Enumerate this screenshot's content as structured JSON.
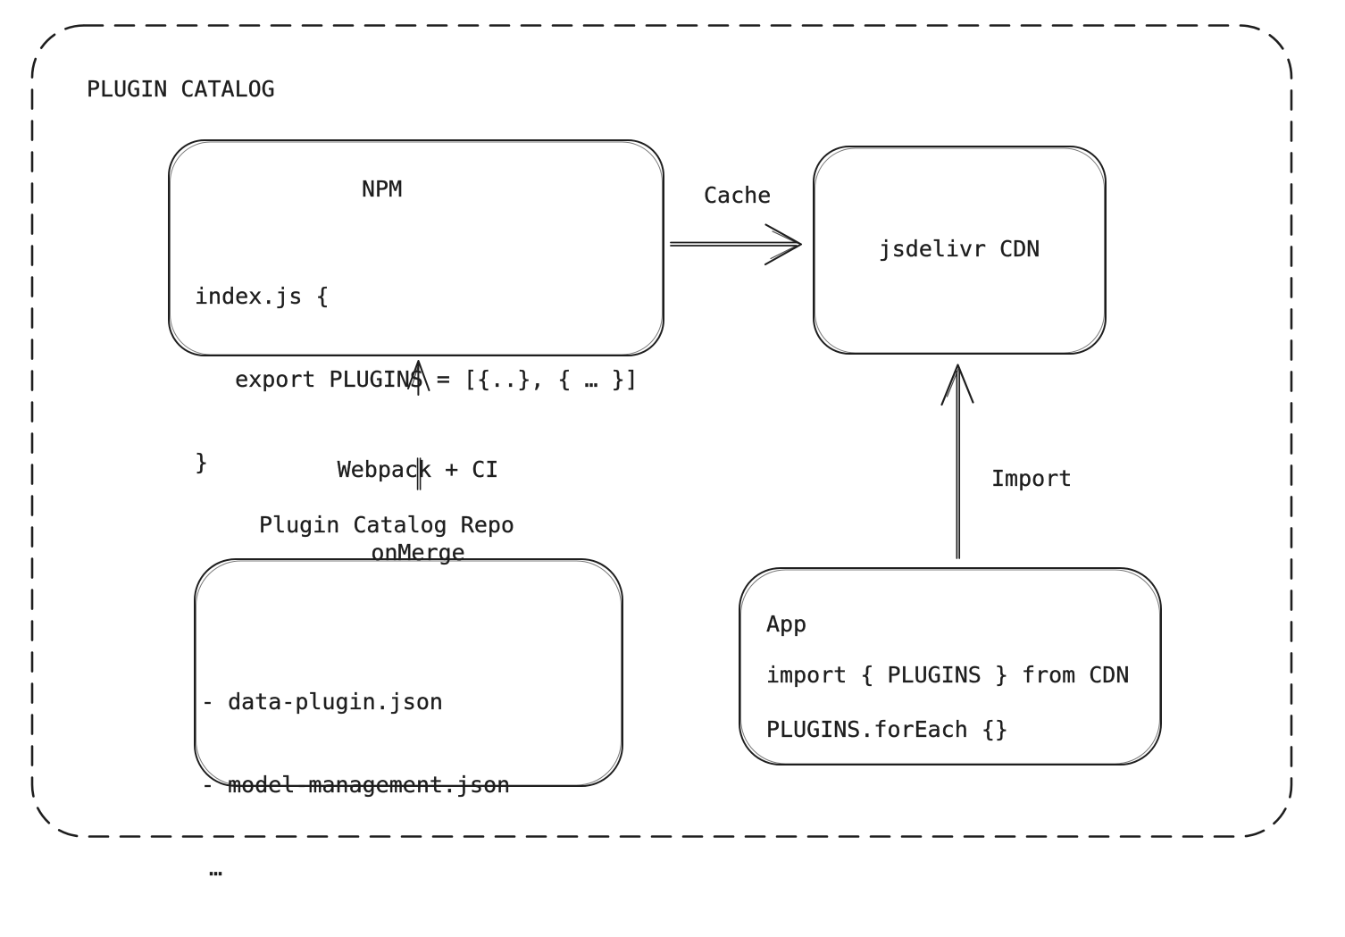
{
  "colors": {
    "stroke": "#1e1e1e",
    "background": "#ffffff"
  },
  "diagram": {
    "title": "PLUGIN CATALOG",
    "nodes": {
      "npm": {
        "title": "NPM",
        "code_lines": [
          "index.js {",
          "   export PLUGINS = [{..}, { … }]",
          "}"
        ]
      },
      "cdn": {
        "label": "jsdelivr CDN"
      },
      "repo": {
        "title": "Plugin Catalog Repo",
        "items": [
          "- data-plugin.json",
          "- model-management.json",
          "…"
        ]
      },
      "app": {
        "title": "App",
        "code_lines": [
          "import { PLUGINS } from CDN",
          "PLUGINS.forEach {}"
        ]
      }
    },
    "edges": {
      "cache": {
        "label": "Cache",
        "from": "NPM",
        "to": "jsdelivr CDN"
      },
      "build": {
        "label_lines": [
          "Webpack + CI",
          "onMerge"
        ],
        "from": "Plugin Catalog Repo",
        "to": "NPM"
      },
      "import": {
        "label": "Import",
        "from": "App",
        "to": "jsdelivr CDN"
      }
    }
  }
}
